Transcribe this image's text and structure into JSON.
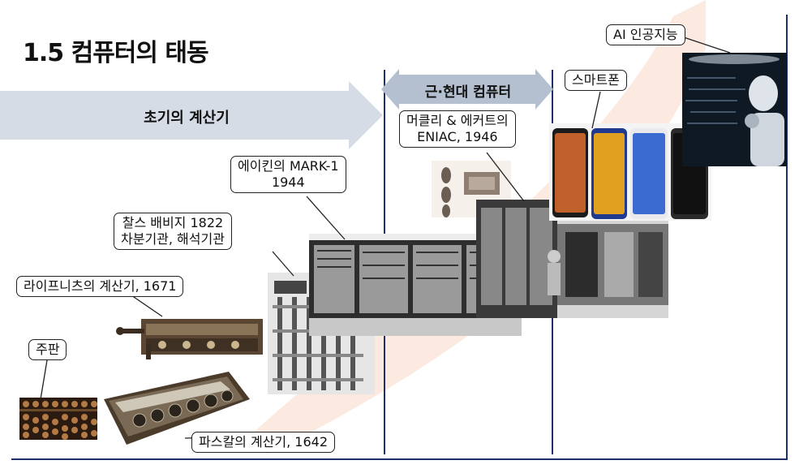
{
  "title": "1.5 컴퓨터의 태동",
  "eras": {
    "early": "초기의 계산기",
    "modern": "근·현대 컴퓨터"
  },
  "labels": {
    "abacus": "주판",
    "pascal": "파스칼의 계산기, 1642",
    "leibniz": "라이프니츠의 계산기, 1671",
    "babbage_line1": "찰스 배비지  1822",
    "babbage_line2": "차분기관, 해석기관",
    "mark1_line1": "에이킨의 MARK-1",
    "mark1_line2": "1944",
    "eniac_line1": "머클리 & 에커트의",
    "eniac_line2": "ENIAC, 1946",
    "smartphone": "스마트폰",
    "ai": "AI 인공지능"
  },
  "colors": {
    "early_arrow": "#d5dce6",
    "modern_arrow": "#b4c0d0",
    "divider": "#1f2f6b",
    "growth_arrow": "#f7d6c3"
  }
}
